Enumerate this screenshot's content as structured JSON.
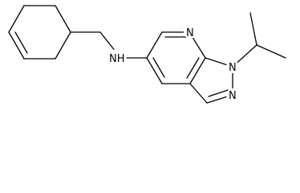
{
  "molecule": {
    "atom_labels": {
      "amine_nh": "NH",
      "pyridine_n": "N",
      "pyrazole_n1": "N",
      "pyrazole_n2": "N"
    }
  }
}
